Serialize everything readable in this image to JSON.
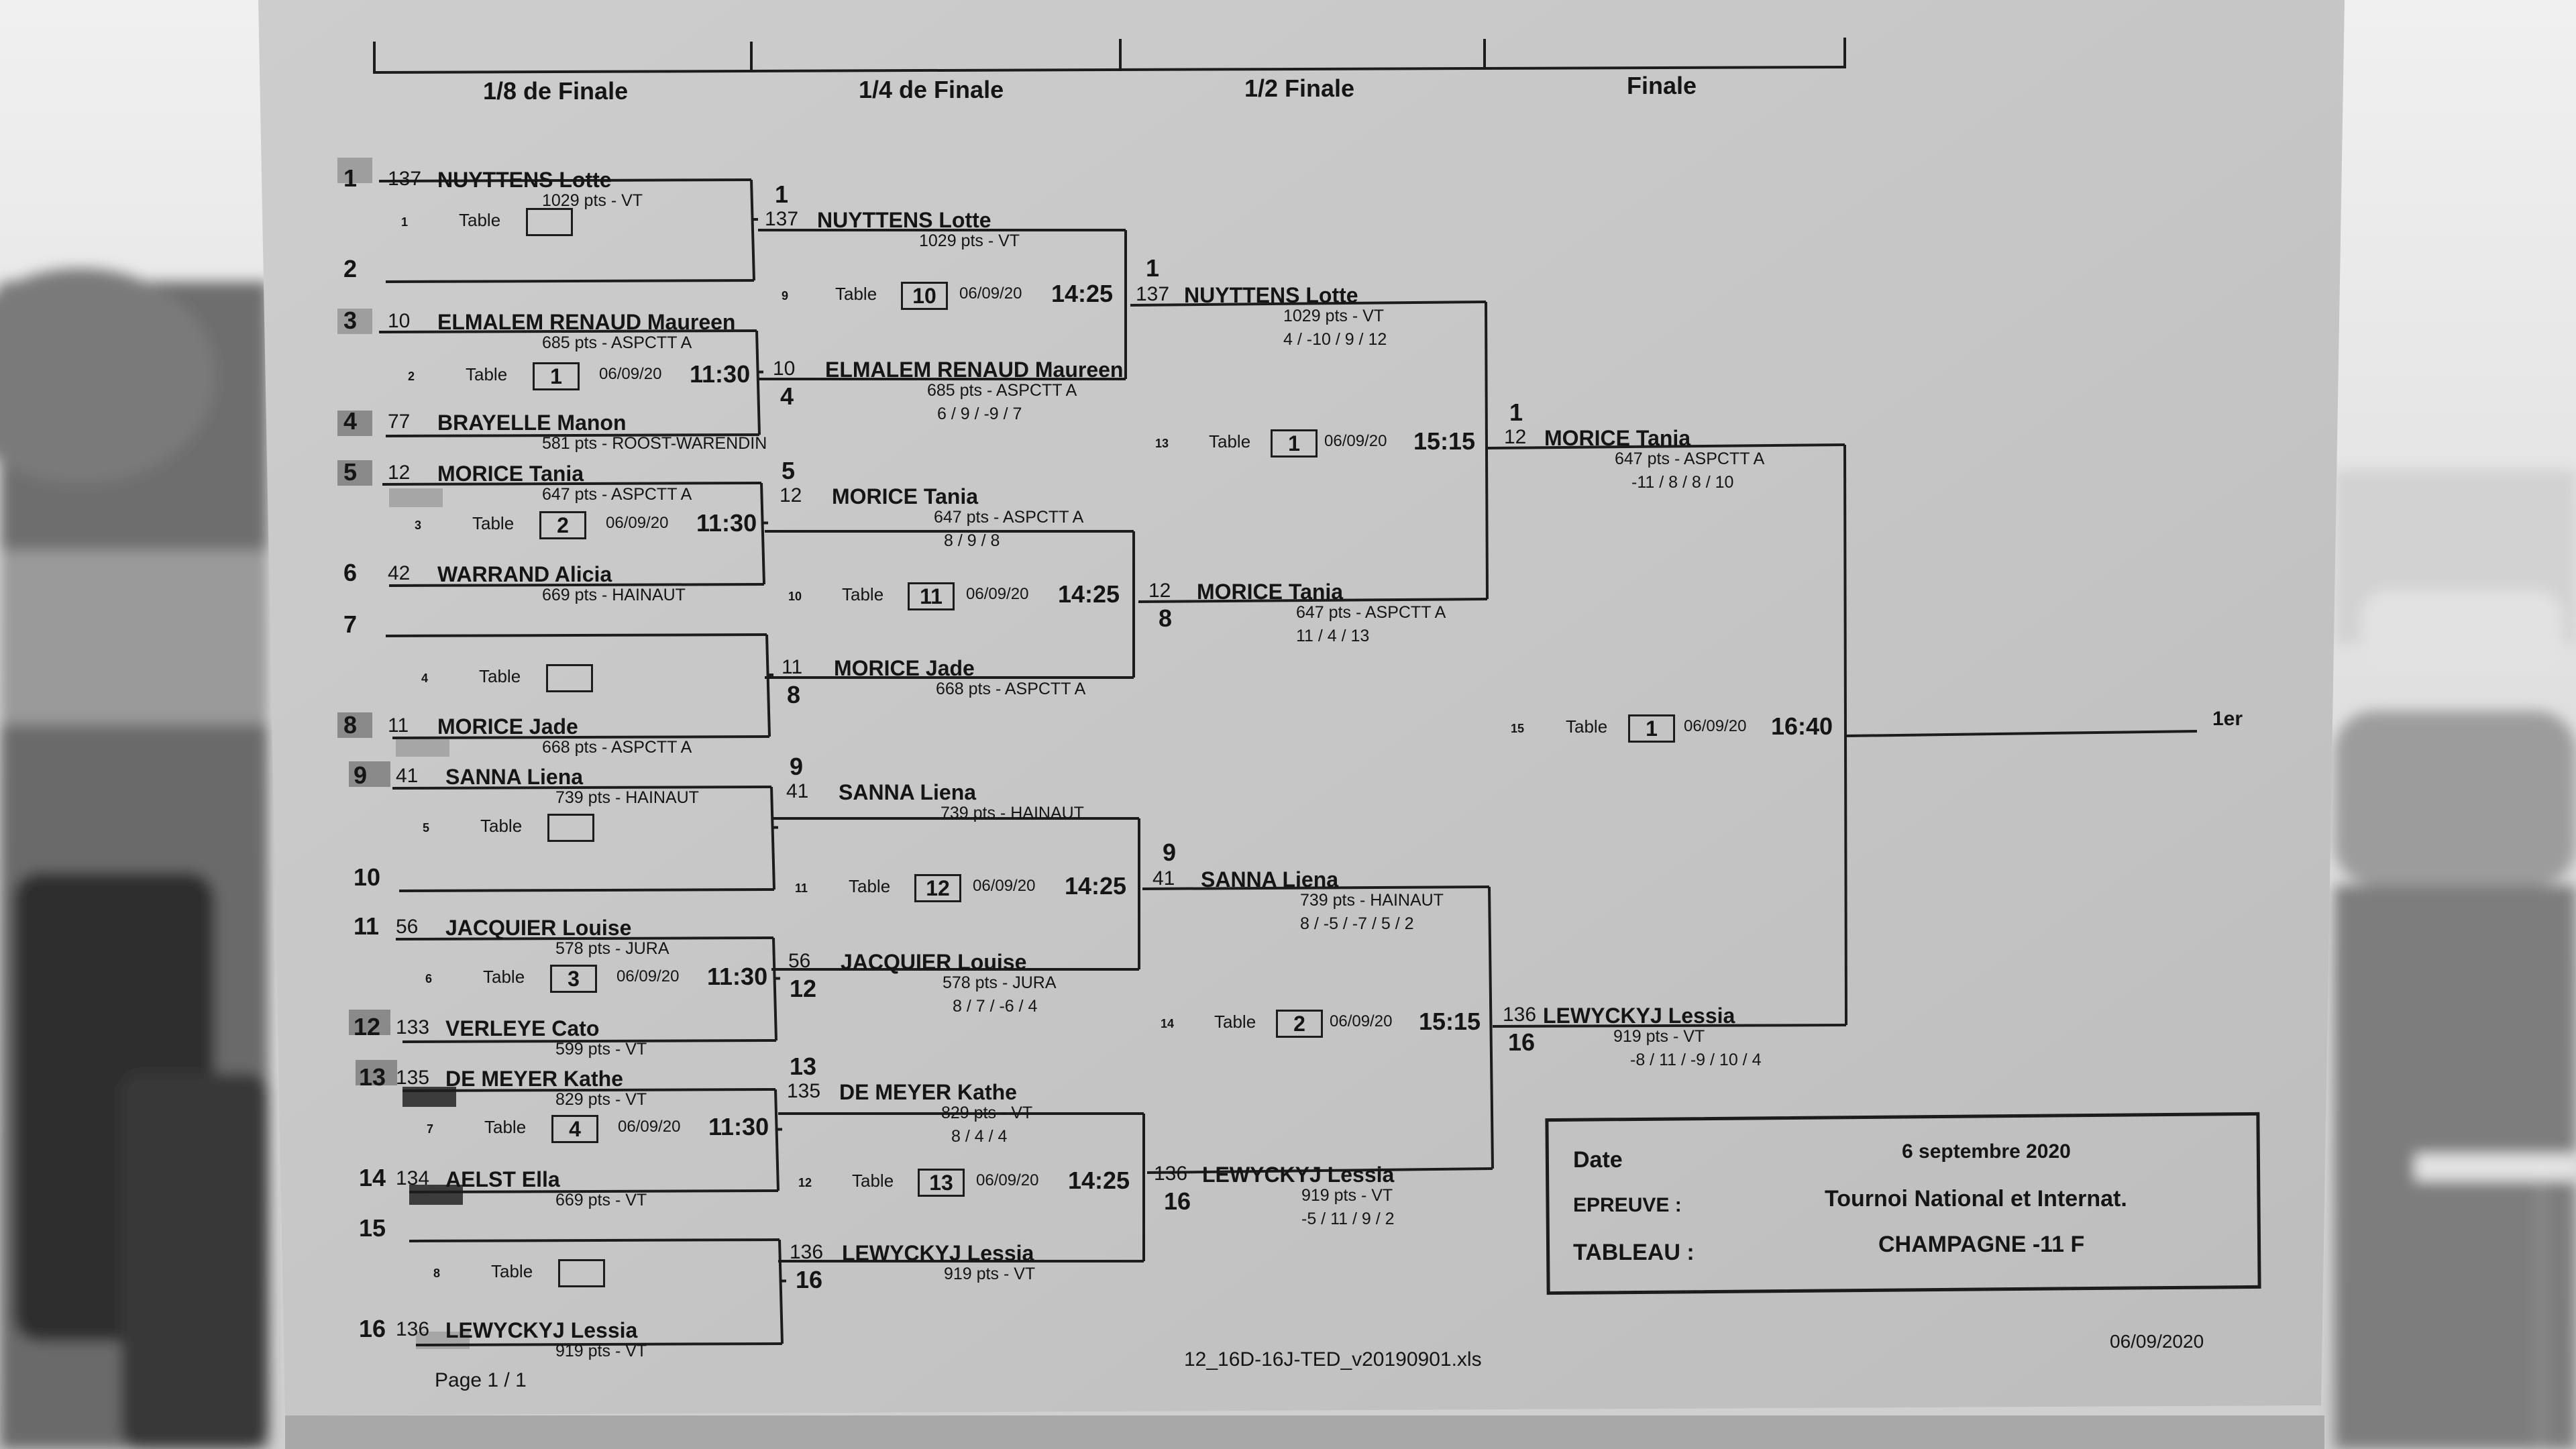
{
  "headers": [
    "1/8 de Finale",
    "1/4 de Finale",
    "1/2 Finale",
    "Finale"
  ],
  "r16": [
    {
      "seed": "1",
      "lic": "137",
      "name": "NUYTTENS Lotte",
      "pts": "1029 pts - VT"
    },
    {
      "seed": "2",
      "lic": "",
      "name": "",
      "pts": ""
    },
    {
      "seed": "3",
      "lic": "10",
      "name": "ELMALEM RENAUD Maureen",
      "pts": "685 pts - ASPCTT A"
    },
    {
      "seed": "4",
      "lic": "77",
      "name": "BRAYELLE Manon",
      "pts": "581 pts - ROOST-WARENDIN"
    },
    {
      "seed": "5",
      "lic": "12",
      "name": "MORICE Tania",
      "pts": "647 pts - ASPCTT A"
    },
    {
      "seed": "6",
      "lic": "42",
      "name": "WARRAND Alicia",
      "pts": "669 pts - HAINAUT"
    },
    {
      "seed": "7",
      "lic": "",
      "name": "",
      "pts": ""
    },
    {
      "seed": "8",
      "lic": "11",
      "name": "MORICE Jade",
      "pts": "668 pts - ASPCTT A"
    },
    {
      "seed": "9",
      "lic": "41",
      "name": "SANNA Liena",
      "pts": "739 pts - HAINAUT"
    },
    {
      "seed": "10",
      "lic": "",
      "name": "",
      "pts": ""
    },
    {
      "seed": "11",
      "lic": "56",
      "name": "JACQUIER Louise",
      "pts": "578 pts - JURA"
    },
    {
      "seed": "12",
      "lic": "133",
      "name": "VERLEYE Cato",
      "pts": "599 pts - VT"
    },
    {
      "seed": "13",
      "lic": "135",
      "name": "DE MEYER Kathe",
      "pts": "829 pts - VT"
    },
    {
      "seed": "14",
      "lic": "134",
      "name": "AELST Ella",
      "pts": "669 pts - VT"
    },
    {
      "seed": "15",
      "lic": "",
      "name": "",
      "pts": ""
    },
    {
      "seed": "16",
      "lic": "136",
      "name": "LEWYCKYJ Lessia",
      "pts": "919 pts - VT"
    }
  ],
  "m_r16": [
    {
      "num": "1",
      "table_label": "Table",
      "table": "",
      "date": "",
      "time": ""
    },
    {
      "num": "2",
      "table_label": "Table",
      "table": "1",
      "date": "06/09/20",
      "time": "11:30"
    },
    {
      "num": "3",
      "table_label": "Table",
      "table": "2",
      "date": "06/09/20",
      "time": "11:30"
    },
    {
      "num": "4",
      "table_label": "Table",
      "table": "",
      "date": "",
      "time": ""
    },
    {
      "num": "5",
      "table_label": "Table",
      "table": "",
      "date": "",
      "time": ""
    },
    {
      "num": "6",
      "table_label": "Table",
      "table": "3",
      "date": "06/09/20",
      "time": "11:30"
    },
    {
      "num": "7",
      "table_label": "Table",
      "table": "4",
      "date": "06/09/20",
      "time": "11:30"
    },
    {
      "num": "8",
      "table_label": "Table",
      "table": "",
      "date": "",
      "time": ""
    }
  ],
  "qf": [
    {
      "seed": "1",
      "lic": "137",
      "name": "NUYTTENS Lotte",
      "pts": "1029 pts - VT",
      "score": ""
    },
    {
      "seed": "4",
      "lic": "10",
      "name": "ELMALEM RENAUD Maureen",
      "pts": "685 pts - ASPCTT A",
      "score": "6 / 9 / -9 / 7"
    },
    {
      "seed": "5",
      "lic": "12",
      "name": "MORICE Tania",
      "pts": "647 pts - ASPCTT A",
      "score": "8 / 9 / 8"
    },
    {
      "seed": "8",
      "lic": "11",
      "name": "MORICE Jade",
      "pts": "668 pts - ASPCTT A",
      "score": ""
    },
    {
      "seed": "9",
      "lic": "41",
      "name": "SANNA Liena",
      "pts": "739 pts - HAINAUT",
      "score": ""
    },
    {
      "seed": "12",
      "lic": "56",
      "name": "JACQUIER Louise",
      "pts": "578 pts - JURA",
      "score": "8 / 7 / -6 / 4"
    },
    {
      "seed": "13",
      "lic": "135",
      "name": "DE MEYER Kathe",
      "pts": "829 pts - VT",
      "score": "8 / 4 / 4"
    },
    {
      "seed": "16",
      "lic": "136",
      "name": "LEWYCKYJ Lessia",
      "pts": "919 pts - VT",
      "score": ""
    }
  ],
  "m_qf": [
    {
      "num": "9",
      "table_label": "Table",
      "table": "10",
      "date": "06/09/20",
      "time": "14:25"
    },
    {
      "num": "10",
      "table_label": "Table",
      "table": "11",
      "date": "06/09/20",
      "time": "14:25"
    },
    {
      "num": "11",
      "table_label": "Table",
      "table": "12",
      "date": "06/09/20",
      "time": "14:25"
    },
    {
      "num": "12",
      "table_label": "Table",
      "table": "13",
      "date": "06/09/20",
      "time": "14:25"
    }
  ],
  "sf": [
    {
      "seed": "1",
      "lic": "137",
      "name": "NUYTTENS Lotte",
      "pts": "1029 pts - VT",
      "score": "4 / -10 / 9 / 12"
    },
    {
      "seed": "8",
      "lic": "12",
      "name": "MORICE Tania",
      "pts": "647 pts - ASPCTT A",
      "score": "11 / 4 / 13"
    },
    {
      "seed": "9",
      "lic": "41",
      "name": "SANNA Liena",
      "pts": "739 pts - HAINAUT",
      "score": "8 / -5 / -7 / 5 / 2"
    },
    {
      "seed": "16",
      "lic": "136",
      "name": "LEWYCKYJ Lessia",
      "pts": "919 pts - VT",
      "score": "-5 / 11 / 9 / 2"
    }
  ],
  "m_sf": [
    {
      "num": "13",
      "table_label": "Table",
      "table": "1",
      "date": "06/09/20",
      "time": "15:15"
    },
    {
      "num": "14",
      "table_label": "Table",
      "table": "2",
      "date": "06/09/20",
      "time": "15:15"
    }
  ],
  "final": [
    {
      "seed": "1",
      "lic": "12",
      "name": "MORICE Tania",
      "pts": "647 pts - ASPCTT A",
      "score": "-11 / 8 / 8 / 10"
    },
    {
      "seed": "16",
      "lic": "136",
      "name": "LEWYCKYJ Lessia",
      "pts": "919 pts - VT",
      "score": "-8 / 11 / -9 / 10 / 4"
    }
  ],
  "m_final": {
    "num": "15",
    "table_label": "Table",
    "table": "1",
    "date": "06/09/20",
    "time": "16:40"
  },
  "winner_label": "1er",
  "info": {
    "date_label": "Date",
    "date_value": "6 septembre 2020",
    "epreuve_label": "EPREUVE :",
    "epreuve_value": "Tournoi National et Internat.",
    "tableau_label": "TABLEAU :",
    "tableau_value": "CHAMPAGNE -11 F"
  },
  "footer": {
    "page": "Page 1 / 1",
    "file": "12_16D-16J-TED_v20190901.xls",
    "print_date": "06/09/2020"
  },
  "colors": {
    "paper": "#c9c9c9",
    "ink": "#1c1c1c",
    "background": "#8a8a8a"
  }
}
